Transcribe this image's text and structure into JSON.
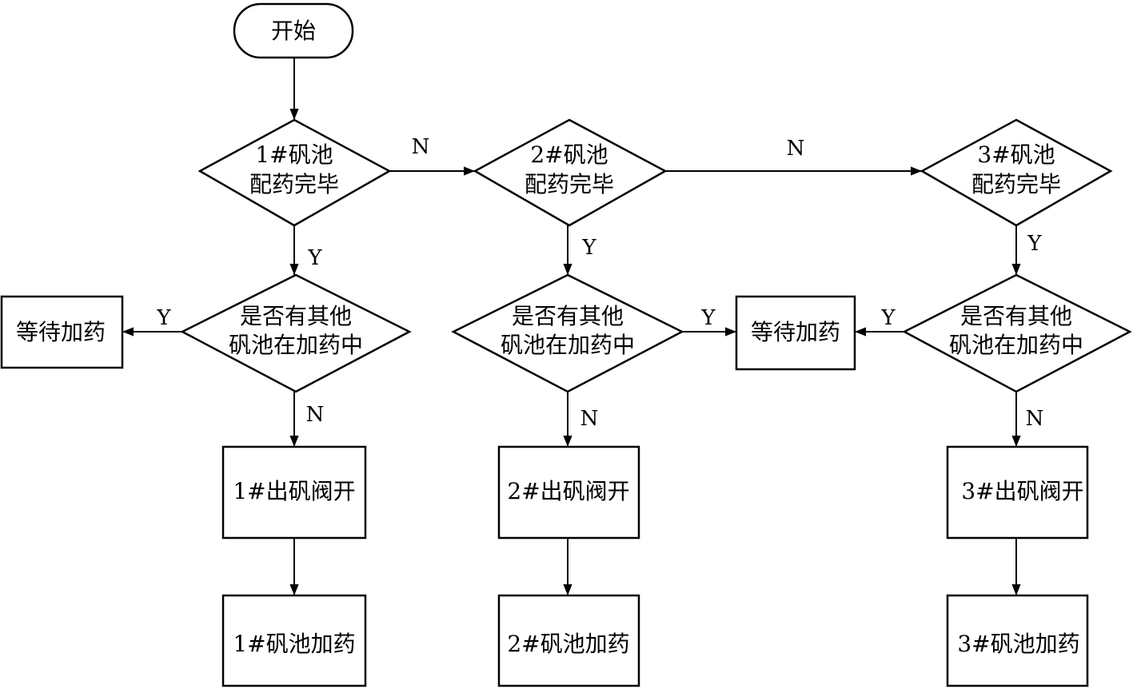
{
  "diagram": {
    "nodes": {
      "start": {
        "label": "开始"
      },
      "d1": {
        "line1": "1#矾池",
        "line2": "配药完毕"
      },
      "d2": {
        "line1": "2#矾池",
        "line2": "配药完毕"
      },
      "d3": {
        "line1": "3#矾池",
        "line2": "配药完毕"
      },
      "q1": {
        "line1": "是否有其他",
        "line2": "矾池在加药中"
      },
      "q2": {
        "line1": "是否有其他",
        "line2": "矾池在加药中"
      },
      "q3": {
        "line1": "是否有其他",
        "line2": "矾池在加药中"
      },
      "wait1": {
        "label": "等待加药"
      },
      "wait2": {
        "label": "等待加药"
      },
      "valve1": {
        "label": "1#出矾阀开"
      },
      "valve2": {
        "label": "2#出矾阀开"
      },
      "valve3": {
        "label": "3#出矾阀开"
      },
      "dose1": {
        "label": "1#矾池加药"
      },
      "dose2": {
        "label": "2#矾池加药"
      },
      "dose3": {
        "label": "3#矾池加药"
      }
    },
    "edge_labels": {
      "d1_d2": "N",
      "d2_d3": "N",
      "d1_q1": "Y",
      "d2_q2": "Y",
      "d3_q3": "Y",
      "q1_wait1": "Y",
      "q2_wait2": "Y",
      "q3_wait2": "Y",
      "q1_valve1": "N",
      "q2_valve2": "N",
      "q3_valve3": "N"
    }
  }
}
